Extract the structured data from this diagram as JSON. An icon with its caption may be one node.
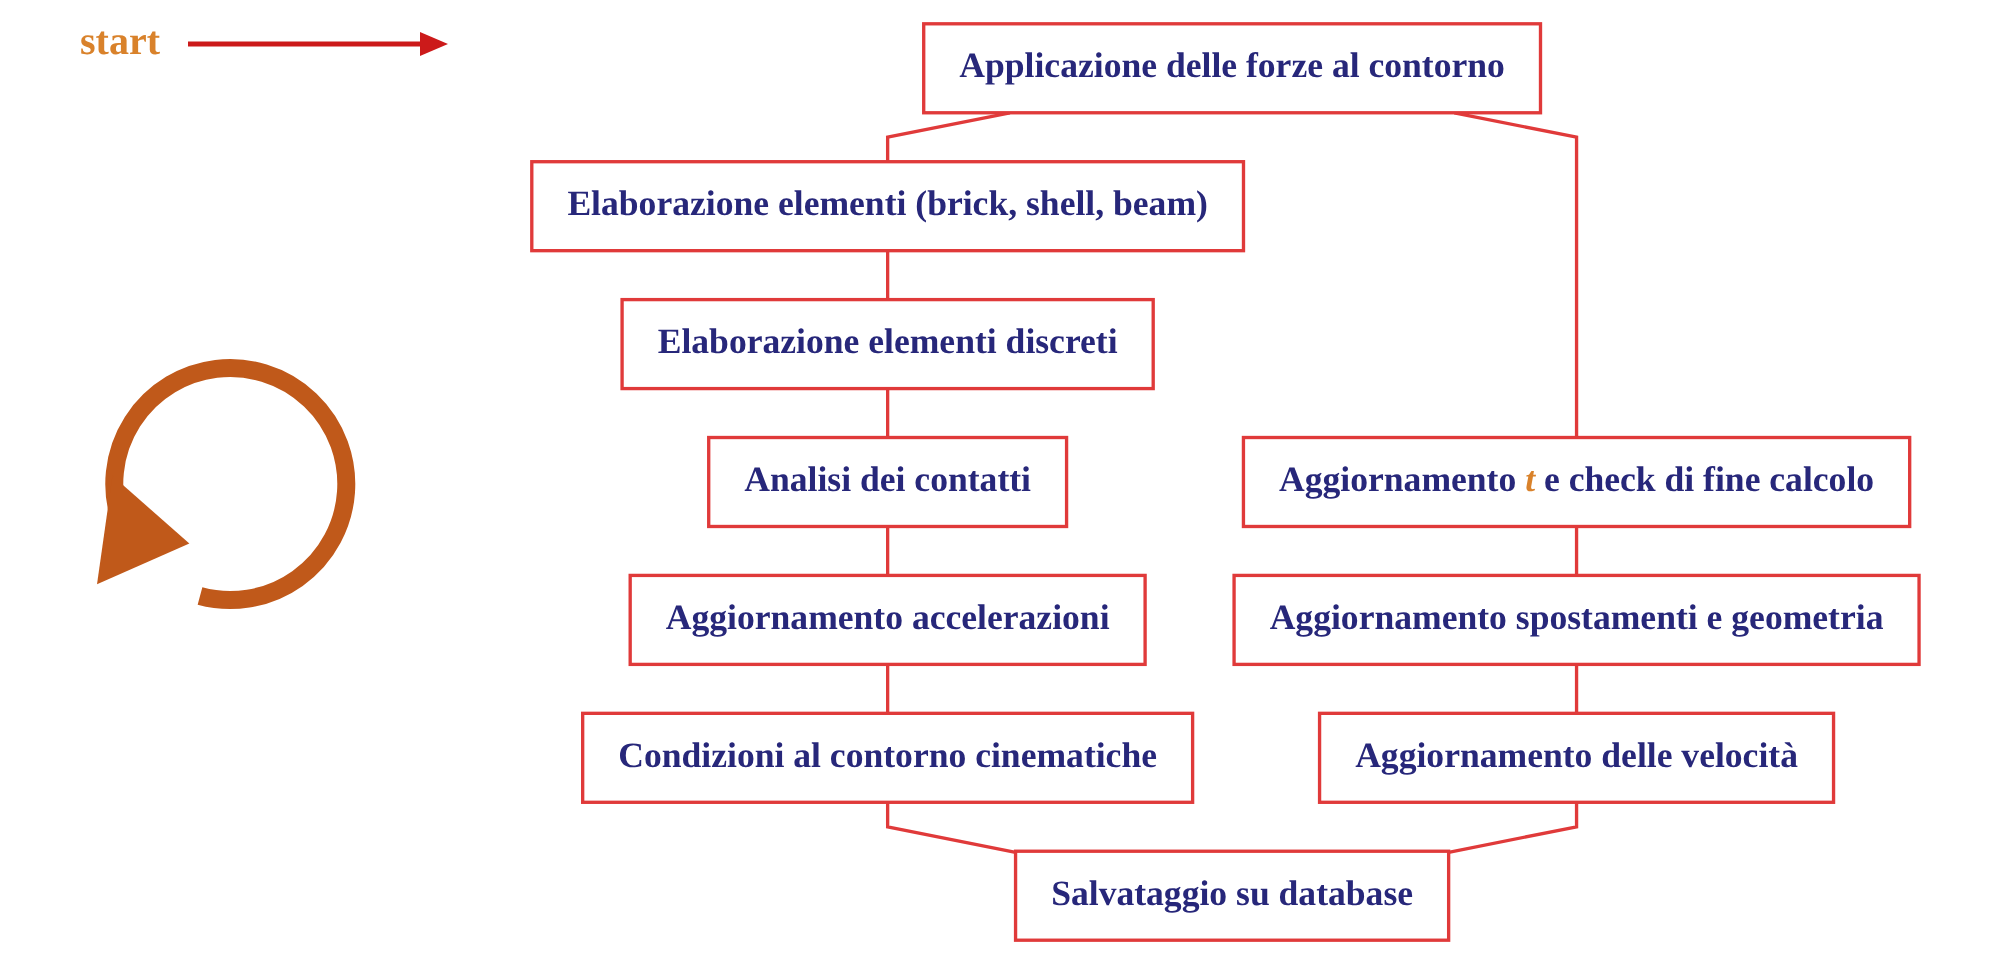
{
  "diagram": {
    "nodes": [
      {
        "text": [
          "Applicazione delle forze al contorno"
        ]
      },
      {
        "text": [
          "Elaborazione elementi (brick, shell, beam)"
        ]
      },
      {
        "text": [
          "Elaborazione elementi discreti"
        ]
      },
      {
        "text": [
          "Aggiornamento *t* e check di fine calcolo"
        ]
      },
      {
        "text": [
          "Analisi dei contatti"
        ]
      },
      {
        "text": [
          "Aggiornamento spostamenti e geometria"
        ]
      },
      {
        "text": [
          "Aggiornamento accelerazioni"
        ]
      },
      {
        "text": [
          "Aggiornamento delle velocità"
        ]
      },
      {
        "text": [
          "Condizioni al contorno cinematiche"
        ]
      },
      {
        "text": [
          "Salvataggio su database"
        ]
      }
    ],
    "edges": [
      {
        "from": 0,
        "to": 1,
        "arrow": "none"
      },
      {
        "from": 1,
        "to": 2,
        "arrow": "none"
      },
      {
        "from": 2,
        "to": 4,
        "arrow": "none"
      },
      {
        "from": 4,
        "to": 6,
        "arrow": "none"
      },
      {
        "from": 6,
        "to": 8,
        "arrow": "none"
      },
      {
        "from": 8,
        "to": 9,
        "arrow": "none"
      },
      {
        "from": 7,
        "to": 9,
        "arrow": "none"
      },
      {
        "from": 5,
        "to": 7,
        "arrow": "none"
      },
      {
        "from": 3,
        "to": 5,
        "arrow": "none"
      },
      {
        "from": 0,
        "to": 3,
        "arrow": "none"
      }
    ],
    "labels": [
      "start"
    ]
  }
}
